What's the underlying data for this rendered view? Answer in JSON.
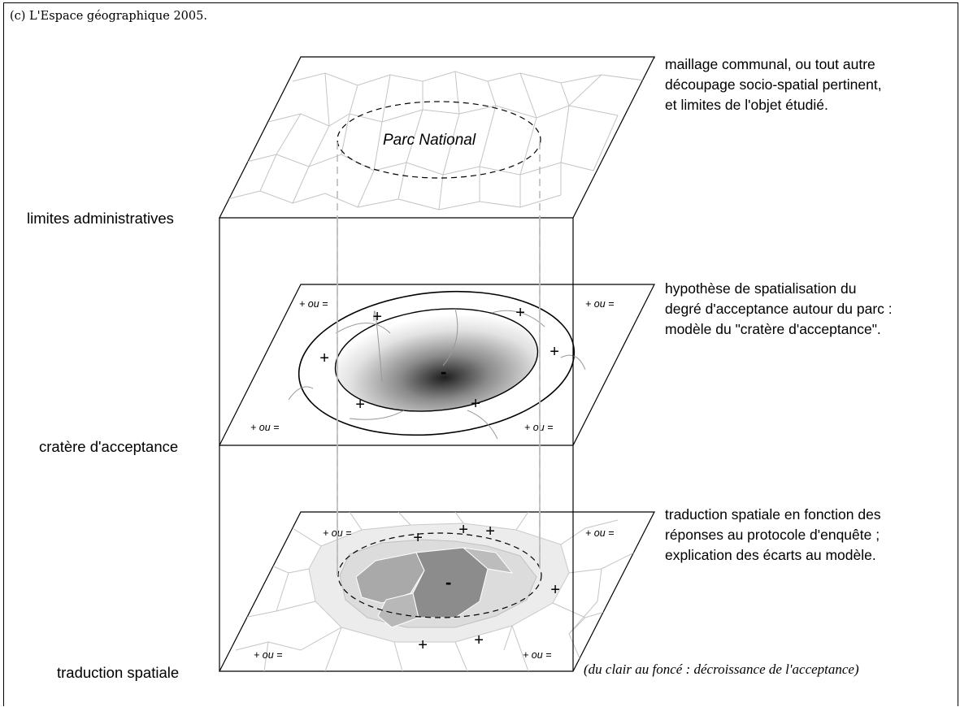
{
  "copyright": "(c) L'Espace géographique 2005.",
  "layers": {
    "top": {
      "side_label": "limites administratives",
      "park_label": "Parc National",
      "description": [
        "maillage communal, ou tout autre",
        "découpage socio-spatial pertinent,",
        "et limites de l'objet étudié."
      ]
    },
    "middle": {
      "side_label": "cratère d'acceptance",
      "center_mark": "-",
      "plus_mark": "+",
      "corner_label": "+ ou =",
      "description": [
        "hypothèse de spatialisation du",
        "degré d'acceptance autour du parc :",
        "modèle du \"cratère d'acceptance\"."
      ]
    },
    "bottom": {
      "side_label": "traduction spatiale",
      "center_mark": "-",
      "plus_mark": "+",
      "corner_label": "+ ou =",
      "description": [
        "traduction spatiale en fonction des",
        "réponses au protocole d'enquête ;",
        "explication des écarts au modèle."
      ],
      "legend": "(du clair au foncé : décroissance de l'acceptance)"
    }
  },
  "colors": {
    "line": "#000000",
    "cell_line": "#c4c4c4",
    "light_fill": "#ececec",
    "medium_fill": "#dcdcdc",
    "dark_fill": "#a8a8a8",
    "darkest_fill": "#8c8c8c"
  }
}
